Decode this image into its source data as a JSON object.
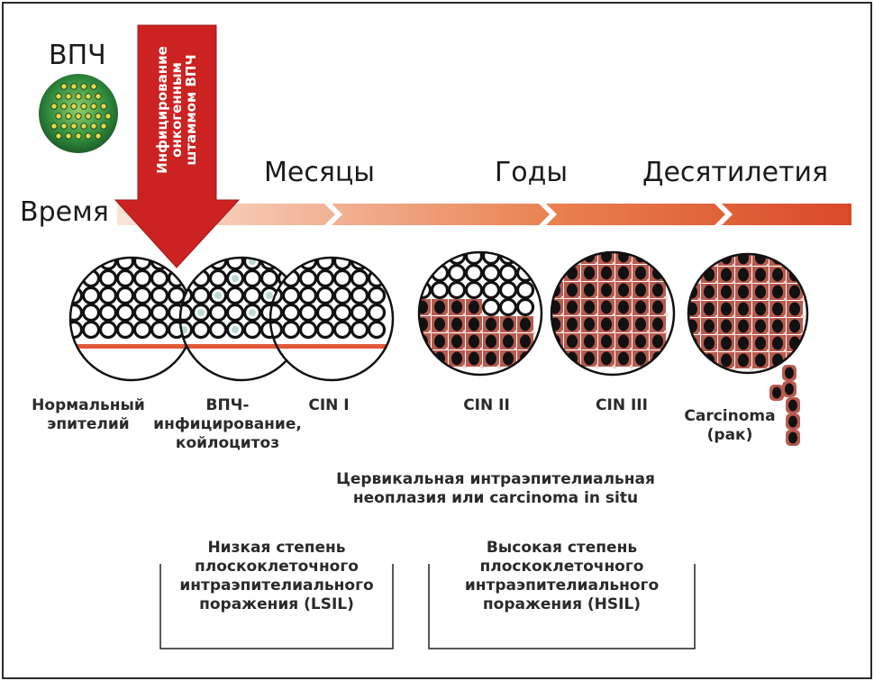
{
  "virus": {
    "title": "ВПЧ"
  },
  "arrow": {
    "lines": [
      "Инфицирование",
      "онкогенным",
      "штаммом ВПЧ"
    ]
  },
  "timeline": {
    "label": "Время",
    "phases": [
      "Месяцы",
      "Годы",
      "Десятилетия"
    ]
  },
  "stages": [
    {
      "label": "Нормальный\nэпителий"
    },
    {
      "label": "ВПЧ-\nинфицирование,\nкойлоцитоз"
    },
    {
      "label": "CIN I"
    },
    {
      "label": "CIN II"
    },
    {
      "label": "CIN III"
    },
    {
      "label": "Carcinoma\n(рак)"
    }
  ],
  "cin_caption": "Цервикальная интраэпителиальная\nнеоплазия или carcinoma in situ",
  "grades": [
    {
      "label": "Низкая степень\nплоскоклеточного\nинтраэпителиального\nпоражения (LSIL)"
    },
    {
      "label": "Высокая степень\nплоскоклеточного\nинтраэпителиального\nпоражения (HSIL)"
    }
  ],
  "colors": {
    "arrow": "#cc2222",
    "timeline": "#e0603a",
    "dysplasia": "#b85a4e",
    "nucleus": "#111111"
  }
}
